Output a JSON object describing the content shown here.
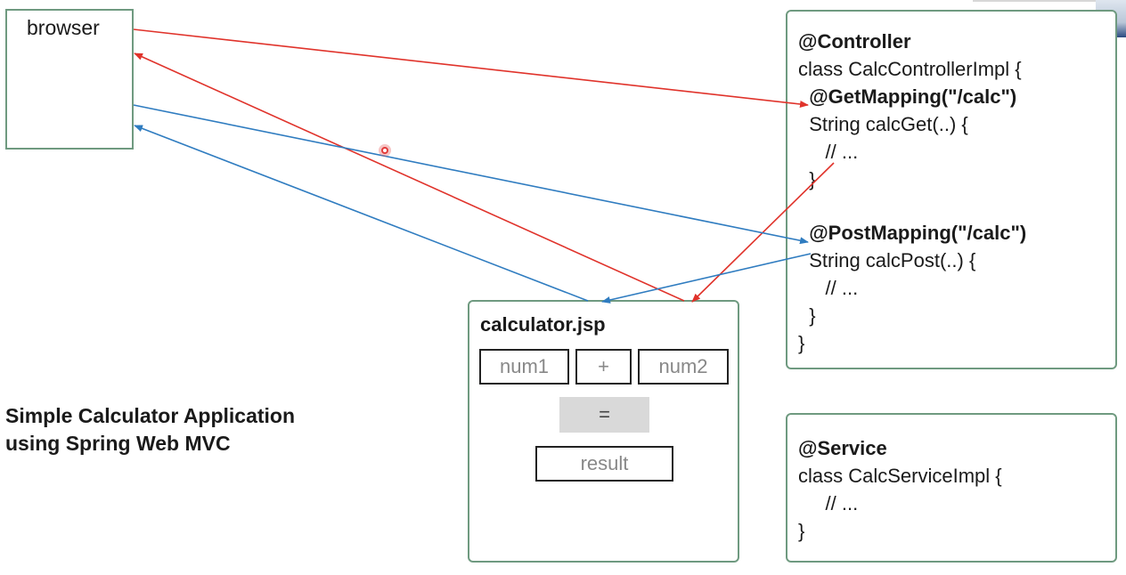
{
  "browser": {
    "label": "browser"
  },
  "controller": {
    "lines": [
      "@Controller",
      "class CalcControllerImpl {",
      "  @GetMapping(\"/calc\")",
      "  String calcGet(..) {",
      "     // ...",
      "  }",
      "",
      "  @PostMapping(\"/calc\")",
      "  String calcPost(..) {",
      "     // ...",
      "  }",
      "}"
    ]
  },
  "service": {
    "lines": [
      "@Service",
      "class CalcServiceImpl {",
      "     // ...",
      "}"
    ]
  },
  "jsp": {
    "title": "calculator.jsp",
    "num1": "num1",
    "op": "+",
    "num2": "num2",
    "equals": "=",
    "result": "result"
  },
  "caption": {
    "line1": "Simple Calculator Application",
    "line2": "using Spring Web MVC"
  },
  "colors": {
    "get_flow": "#e0332b",
    "post_flow": "#2f7cc0",
    "box_border": "#6f9a80"
  }
}
